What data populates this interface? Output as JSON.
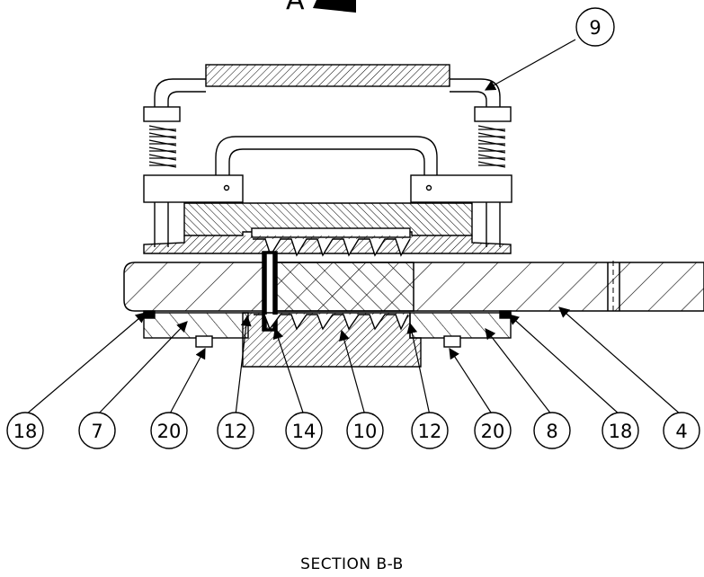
{
  "view_marker": "A",
  "caption": "SECTION B-B",
  "callouts": {
    "top": "9",
    "bottom": [
      "18",
      "7",
      "20",
      "12",
      "14",
      "10",
      "12",
      "20",
      "8",
      "18",
      "4"
    ]
  }
}
